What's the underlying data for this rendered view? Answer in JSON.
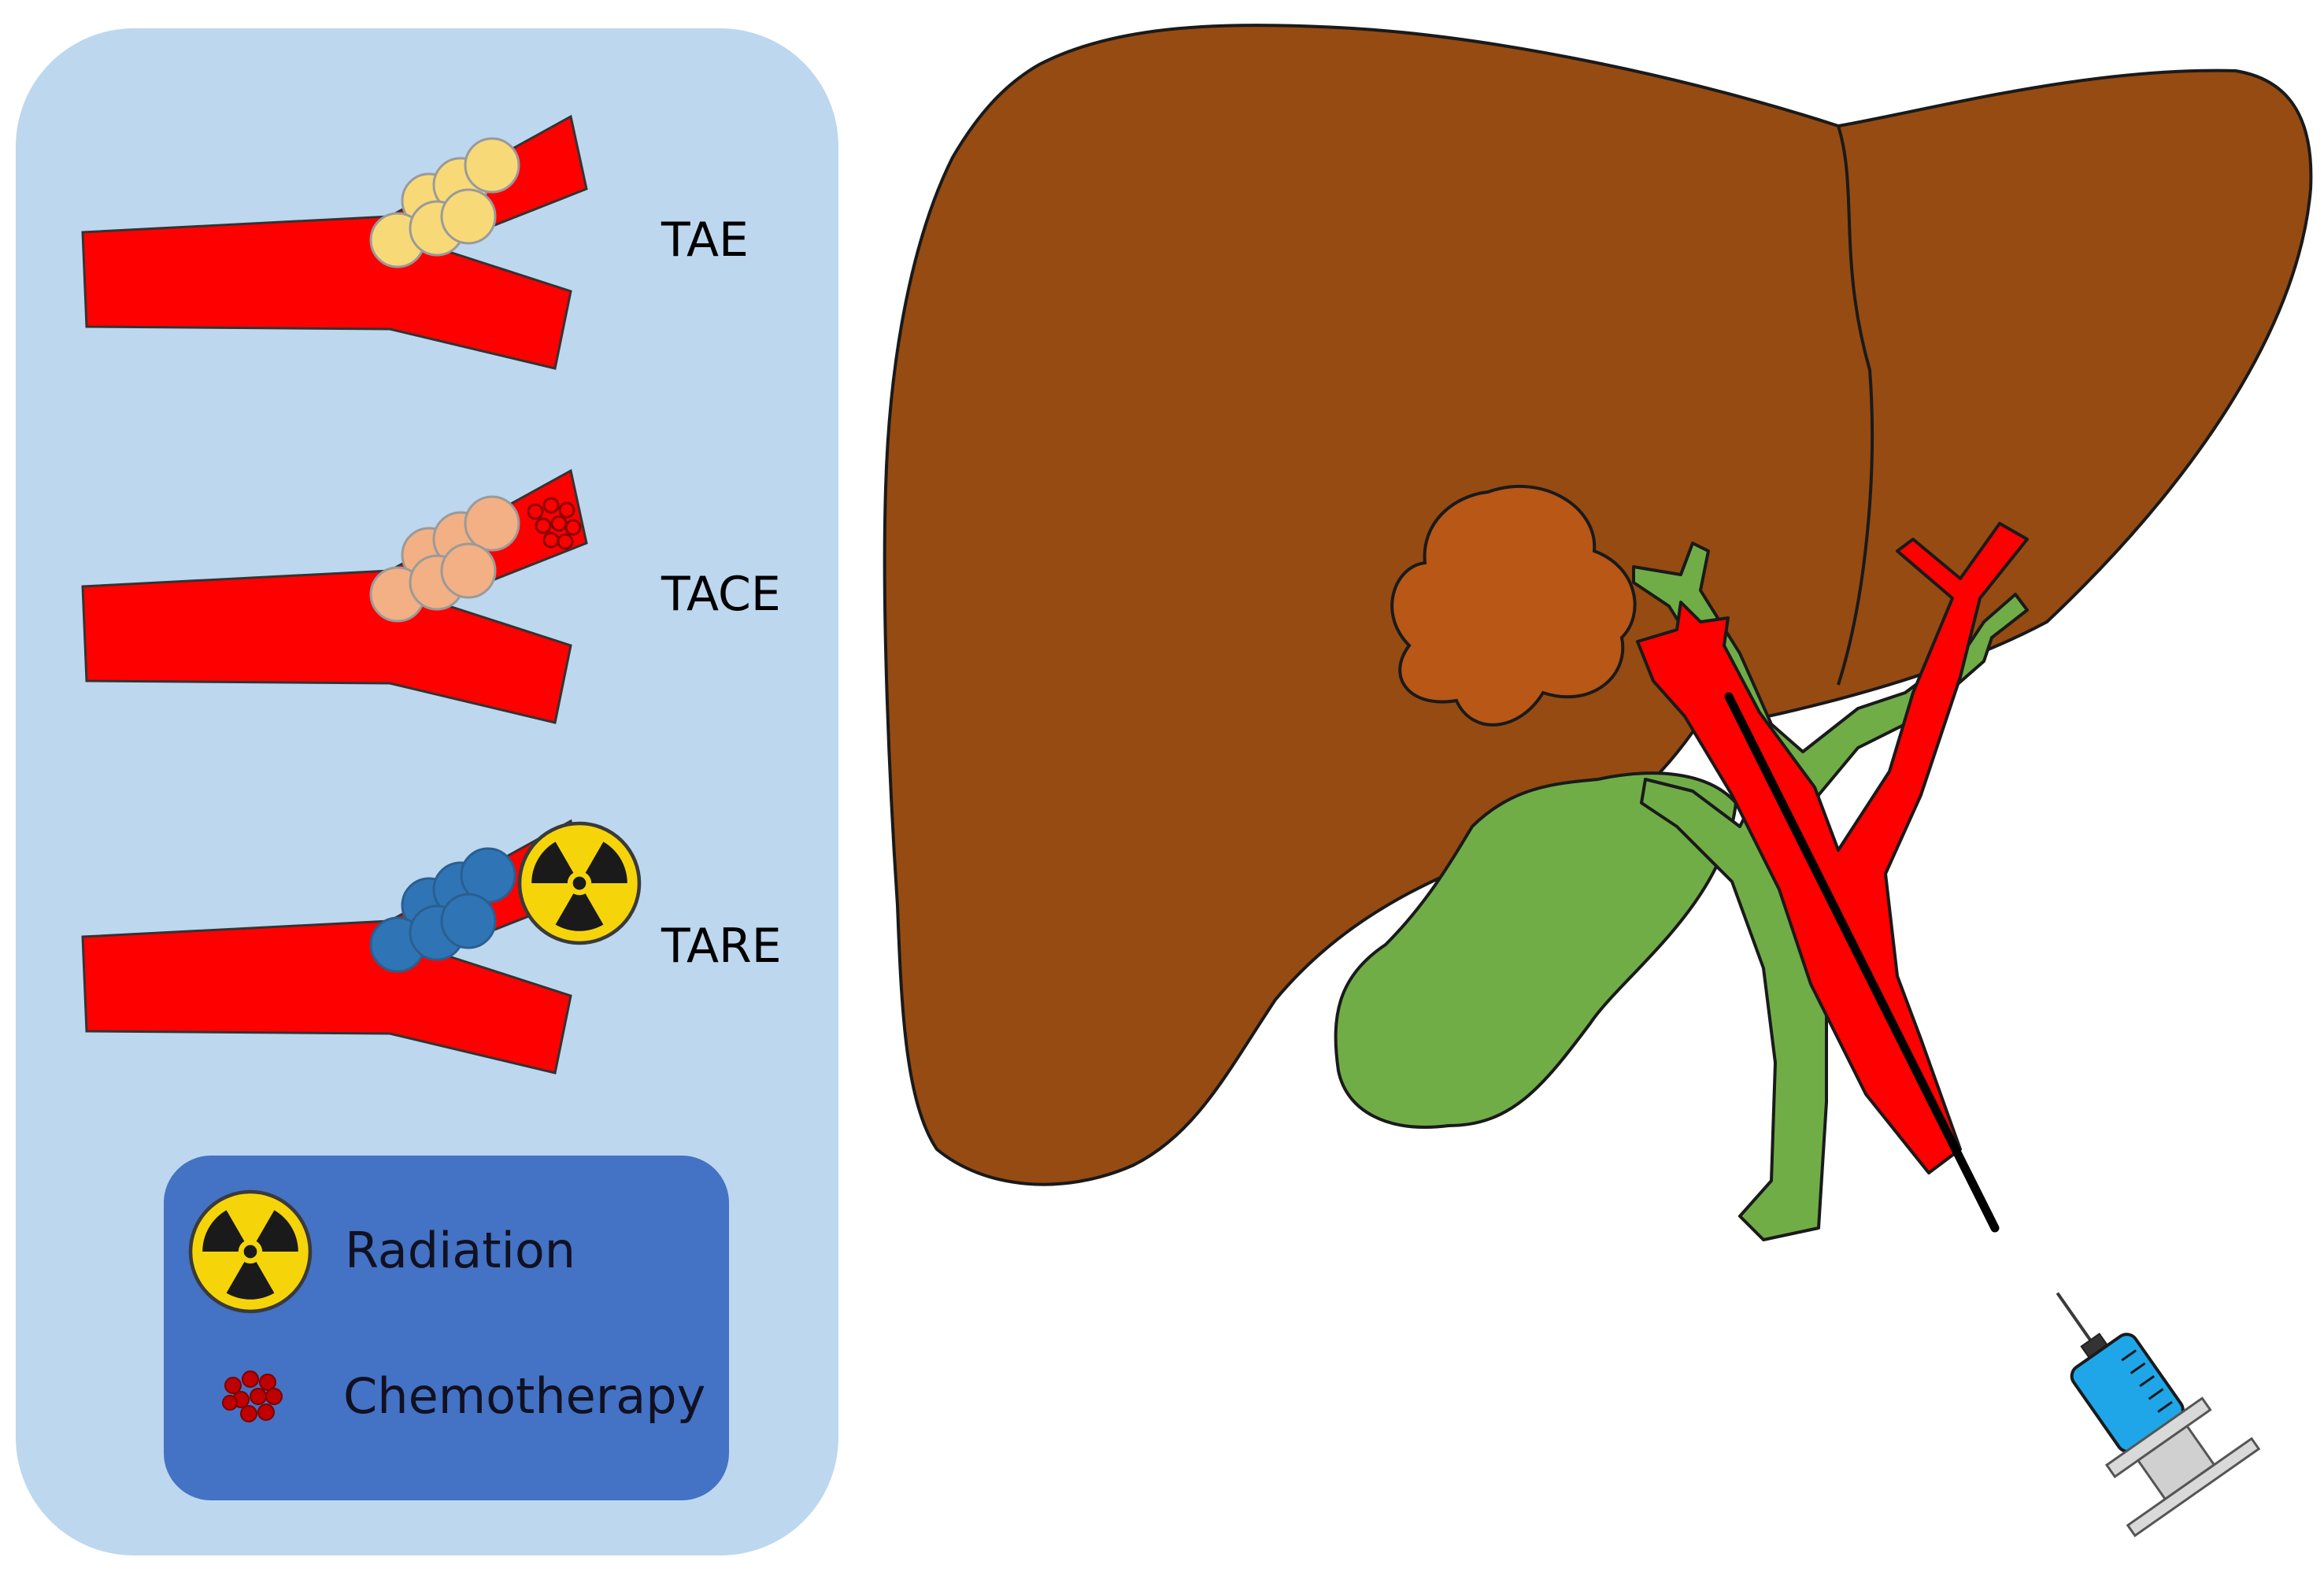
{
  "labels": {
    "tae": "TAE",
    "tace": "TACE",
    "tare": "TARE"
  },
  "legend": {
    "radiation": "Radiation",
    "chemotherapy": "Chemotherapy"
  },
  "colors": {
    "panel": "#bdd7ee",
    "legend_box": "#4472c4",
    "vessel": "#ff0000",
    "liver": "#964b12",
    "tumor": "#b85716",
    "bile": "#70ad47",
    "tae_particle": "#f8d978",
    "tace_particle": "#f2b084",
    "tare_particle": "#2f75b5",
    "chemo": "#c00000",
    "radiation_yellow": "#f5d50a",
    "syringe": "#1ea6e8"
  },
  "icons": {
    "radiation": "radiation-icon",
    "chemotherapy": "chemotherapy-icon",
    "syringe": "syringe-icon"
  }
}
